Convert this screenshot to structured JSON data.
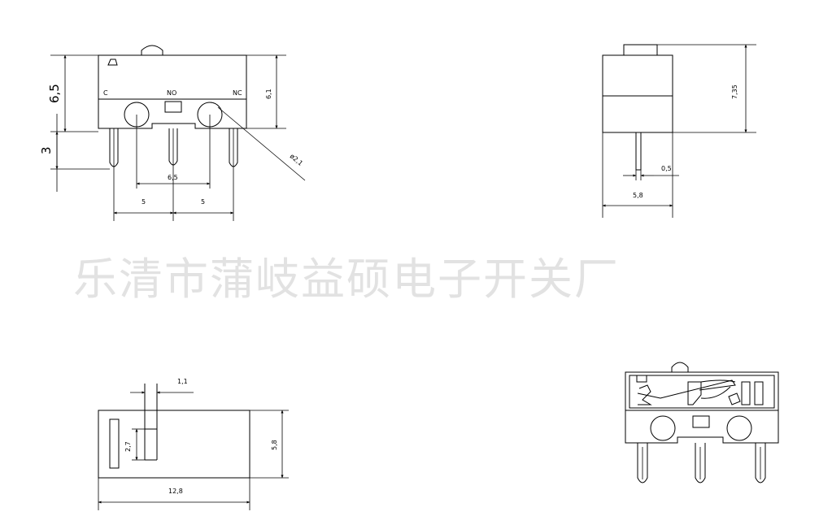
{
  "watermark": "乐清市蒲岐益硕电子开关厂",
  "front_view": {
    "dim_height_left": "6,5",
    "dim_pin_length": "3",
    "label_c": "C",
    "label_no": "NO",
    "label_nc": "NC",
    "dim_height_right": "6,1",
    "dim_hole_dia": "ø2,1",
    "dim_inner_pitch": "6,5",
    "dim_pitch_left": "5",
    "dim_pitch_right": "5"
  },
  "side_view": {
    "dim_total_height": "7,35",
    "dim_pin_thickness": "0,5",
    "dim_width": "5,8"
  },
  "top_view": {
    "dim_actuator_width": "1,1",
    "dim_slot_length": "2,7",
    "dim_height": "5,8",
    "dim_length": "12,8"
  },
  "internal_view": {}
}
